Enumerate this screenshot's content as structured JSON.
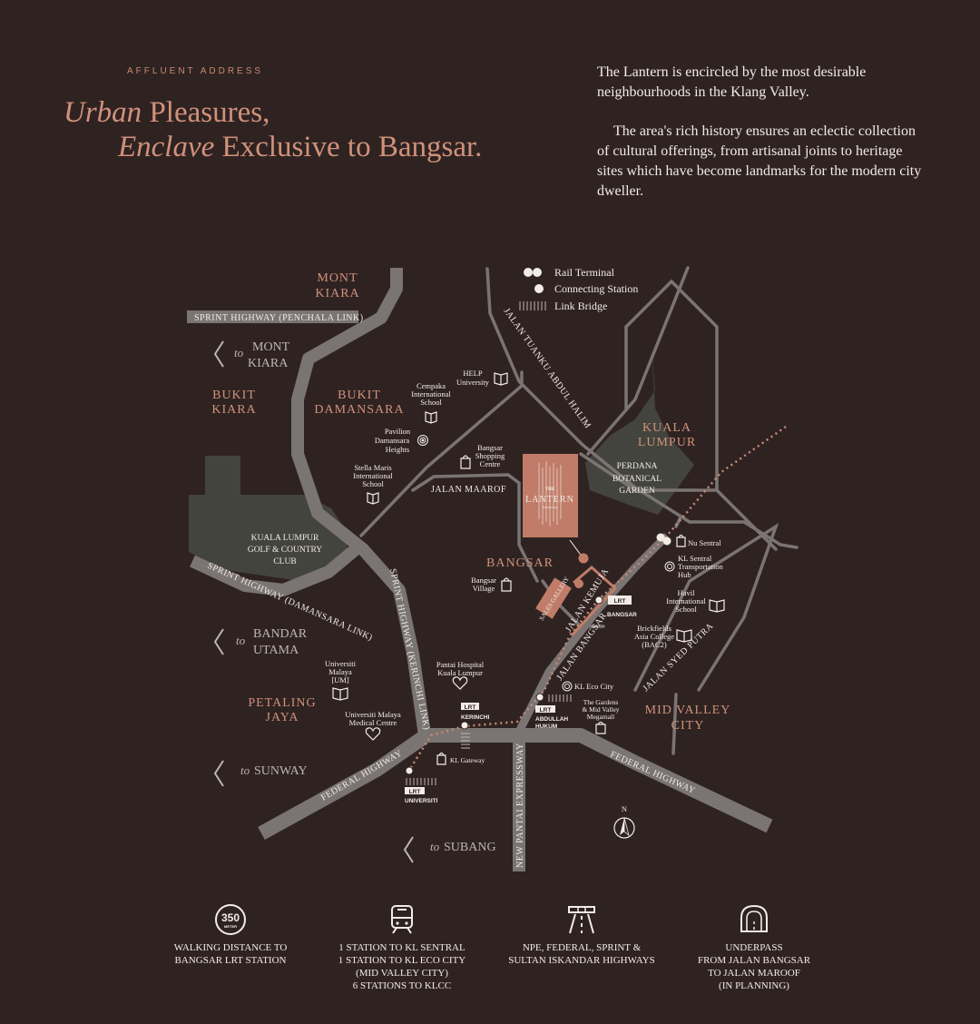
{
  "header": {
    "eyebrow": "AFFLUENT ADDRESS",
    "line1_italic": "Urban",
    "line1_rest": " Pleasures,",
    "line2_italic": "Enclave",
    "line2_rest": " Exclusive to Bangsar."
  },
  "intro": {
    "p1": "The Lantern is encircled by the most desirable neighbourhoods in the Klang Valley.",
    "p2": "The area's rich history ensures an eclectic collection of cultural offerings, from artisanal joints to heritage sites which have become landmarks for the modern city dweller."
  },
  "legend": {
    "rail_terminal": "Rail Terminal",
    "connecting_station": "Connecting Station",
    "link_bridge": "Link Bridge"
  },
  "areas": {
    "mont_kiara_1": "MONT",
    "mont_kiara_2": "KIARA",
    "bukit_kiara_1": "BUKIT",
    "bukit_kiara_2": "KIARA",
    "bukit_damansara_1": "BUKIT",
    "bukit_damansara_2": "DAMANSARA",
    "kuala_lumpur_1": "KUALA",
    "kuala_lumpur_2": "LUMPUR",
    "bangsar": "BANGSAR",
    "petaling_jaya_1": "PETALING",
    "petaling_jaya_2": "JAYA",
    "mid_valley_1": "MID VALLEY",
    "mid_valley_2": "CITY"
  },
  "directions": {
    "to": "to",
    "mont_kiara_1": "MONT",
    "mont_kiara_2": "KIARA",
    "bandar_utama_1": "BANDAR",
    "bandar_utama_2": "UTAMA",
    "sunway": "SUNWAY",
    "subang": "SUBANG"
  },
  "roads": {
    "sprint_penchala": "SPRINT HIGHWAY (PENCHALA LINK)",
    "sprint_damansara": "SPRINT HIGHWAY (DAMANSARA LINK)",
    "sprint_kerinchi": "SPRINT HIGHWAY (KERINCHI LINK)",
    "jalan_tuanku": "JALAN TUANKU ABDUL HALIM",
    "jalan_maarof": "JALAN MAAROF",
    "jalan_kemuja": "JALAN KEMUJA",
    "jalan_bangsar": "JALAN BANGSAR",
    "jalan_syed_putra": "JALAN SYED PUTRA",
    "federal_left": "FEDERAL HIGHWAY",
    "federal_right": "FEDERAL HIGHWAY",
    "npe": "NEW PANTAI EXPRESSWAY"
  },
  "parks": {
    "kl_golf_1": "KUALA LUMPUR",
    "kl_golf_2": "GOLF & COUNTRY",
    "kl_golf_3": "CLUB",
    "perdana_1": "PERDANA",
    "perdana_2": "BOTANICAL",
    "perdana_3": "GARDEN"
  },
  "pois": {
    "help_1": "HELP",
    "help_2": "University",
    "cempaka_1": "Cempaka",
    "cempaka_2": "International",
    "cempaka_3": "School",
    "pavilion_1": "Pavilion",
    "pavilion_2": "Damansara",
    "pavilion_3": "Heights",
    "bsc_1": "Bangsar",
    "bsc_2": "Shopping",
    "bsc_3": "Centre",
    "stella_1": "Stella Maris",
    "stella_2": "International",
    "stella_3": "School",
    "bvillage_1": "Bangsar",
    "bvillage_2": "Village",
    "nu_sentral": "Nu Sentral",
    "kls_1": "KL Sentral",
    "kls_2": "Transportation",
    "kls_3": "Hub",
    "havil_1": "Havil",
    "havil_2": "International",
    "havil_3": "School",
    "brick_1": "Brickfields",
    "brick_2": "Asia College",
    "brick_3": "(BAC2)",
    "um_1": "Universiti",
    "um_2": "Malaya",
    "um_3": "[UM]",
    "umc_1": "Universiti Malaya",
    "umc_2": "Medical Centre",
    "pantai_1": "Pantai Hospital",
    "pantai_2": "Kuala Lumpur",
    "kl_eco": "KL Eco City",
    "gardens_1": "The Gardens",
    "gardens_2": "& Mid Valley",
    "gardens_3": "Megamall",
    "kl_gateway": "KL Gateway"
  },
  "stations": {
    "lrt": "LRT",
    "bangsar": "BANGSAR",
    "kerinchi": "KERINCHI",
    "abdullah_1": "ABDULLAH",
    "abdullah_2": "HUKUM",
    "universiti": "UNIVERSITI"
  },
  "lantern": {
    "name": "LANTERN",
    "the": "THE",
    "sub": "BANGSAR",
    "sales": "SALES GALLERY"
  },
  "compass": "N",
  "features": [
    {
      "badge_1": "350",
      "badge_2": "METER",
      "caption": "WALKING DISTANCE TO\nBANGSAR LRT STATION"
    },
    {
      "caption": "1 STATION TO KL SENTRAL\n1 STATION TO KL ECO CITY\n(MID VALLEY CITY)\n6 STATIONS TO KLCC"
    },
    {
      "caption": "NPE, FEDERAL, SPRINT &\nSULTAN ISKANDAR HIGHWAYS"
    },
    {
      "caption": "UNDERPASS\nFROM JALAN BANGSAR\nTO JALAN MAROOF\n(IN PLANNING)"
    }
  ],
  "colors": {
    "bg": "#2f2322",
    "road": "#7a7473",
    "park": "#44443e",
    "accent": "#d1917a",
    "lantern": "#c07c68"
  }
}
